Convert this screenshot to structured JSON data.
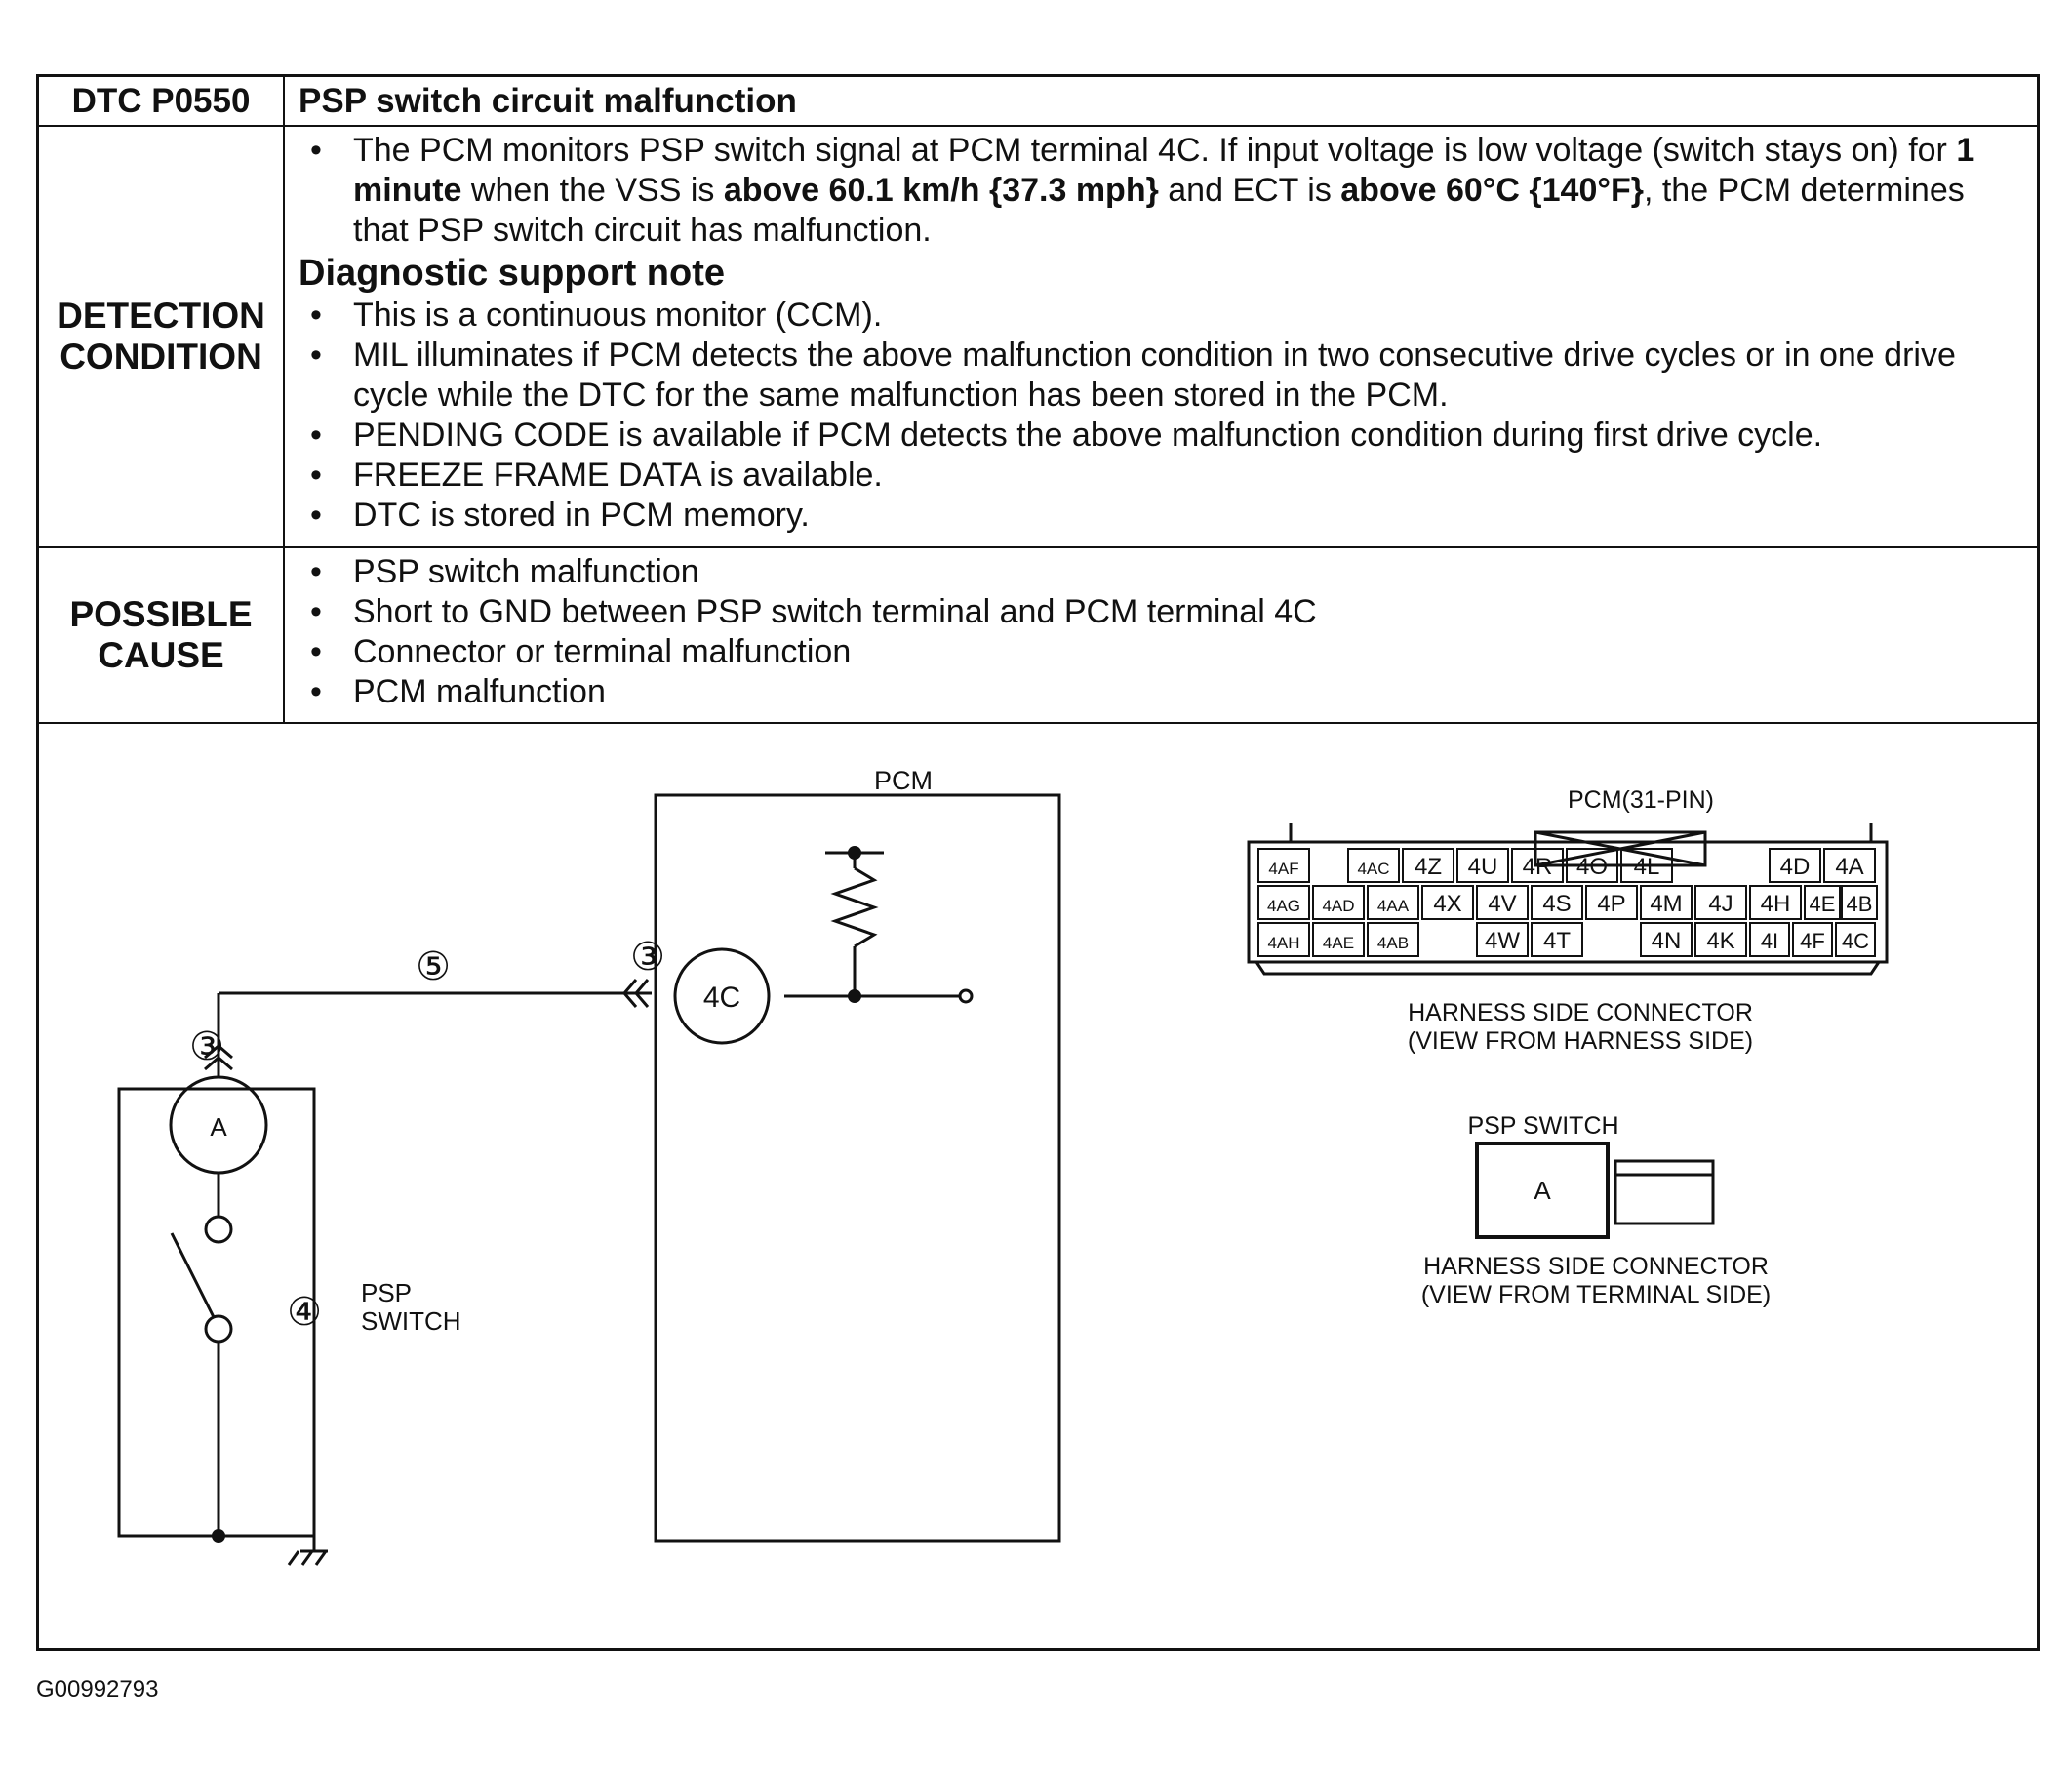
{
  "header": {
    "code": "DTC P0550",
    "title": "PSP switch circuit malfunction"
  },
  "detection": {
    "label_line1": "DETECTION",
    "label_line2": "CONDITION",
    "main_p1": "The PCM monitors PSP switch signal at PCM terminal 4C. If input voltage is low voltage (switch stays on) for ",
    "main_b1": "1 minute",
    "main_p2": " when the VSS is ",
    "main_b2": "above 60.1 km/h {37.3 mph}",
    "main_p3": " and ECT is ",
    "main_b3": "above 60°C {140°F}",
    "main_p4": ", the PCM determines that PSP switch circuit has malfunction.",
    "note_heading": "Diagnostic support note",
    "notes": [
      "This is a continuous monitor (CCM).",
      "MIL illuminates if PCM detects the above malfunction condition in two consecutive drive cycles or in one drive cycle while the DTC for the same malfunction has been stored in the PCM.",
      "PENDING CODE is available if PCM detects the above malfunction condition during first drive cycle.",
      "FREEZE FRAME DATA is available.",
      "DTC is stored in PCM memory."
    ]
  },
  "possible_cause": {
    "label_line1": "POSSIBLE",
    "label_line2": "CAUSE",
    "items": [
      "PSP switch malfunction",
      "Short to GND between PSP switch terminal and PCM terminal 4C",
      "Connector or terminal malfunction",
      "PCM malfunction"
    ]
  },
  "diagram": {
    "pcm_label": "PCM",
    "terminal_4c": "4C",
    "wire_marker": "⑤",
    "connector_marker": "③",
    "switch_marker": "④",
    "terminal_a": "A",
    "psp_switch_line1": "PSP",
    "psp_switch_line2": "SWITCH",
    "pcm_connector_title": "PCM(31-PIN)",
    "pcm_pins_row1": [
      "4AF",
      "4AC",
      "4Z",
      "4U",
      "4R",
      "4O",
      "4L",
      "4D",
      "4A"
    ],
    "pcm_pins_row2": [
      "4AG",
      "4AD",
      "4AA",
      "4X",
      "4V",
      "4S",
      "4P",
      "4M",
      "4J",
      "4H",
      "4E",
      "4B"
    ],
    "pcm_pins_row3": [
      "4AH",
      "4AE",
      "4AB",
      "4W",
      "4T",
      "4N",
      "4K",
      "4I",
      "4F",
      "4C"
    ],
    "pcm_connector_caption1": "HARNESS SIDE CONNECTOR",
    "pcm_connector_caption2": "(VIEW FROM HARNESS SIDE)",
    "psp_connector_title": "PSP SWITCH",
    "psp_connector_caption1": "HARNESS SIDE CONNECTOR",
    "psp_connector_caption2": "(VIEW FROM TERMINAL SIDE)"
  },
  "figure_id": "G00992793"
}
